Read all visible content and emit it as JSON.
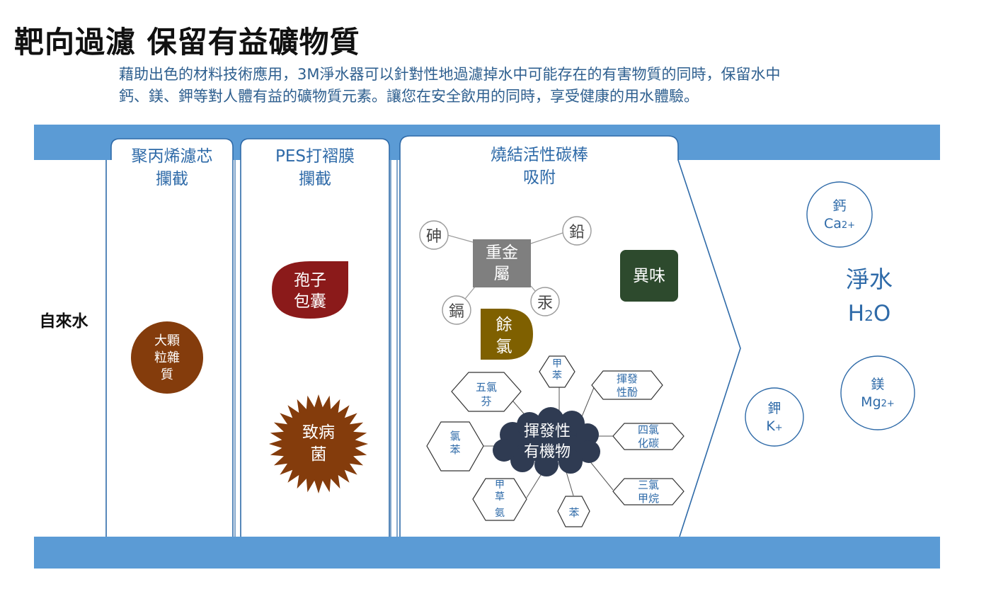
{
  "title": "靶向過濾 保留有益礦物質",
  "description": {
    "line1": "藉助出色的材料技術應用，3M淨水器可以針對性地過濾掉水中可能存在的有害物質的同時，保留水中",
    "line2": "鈣、鎂、鉀等對人體有益的礦物質元素。讓您在安全飲用的同時，享受健康的用水體驗。"
  },
  "input_label": "自來水",
  "stages": [
    {
      "title_line1": "聚丙烯濾芯",
      "title_line2": "攔截"
    },
    {
      "title_line1": "PES打褶膜",
      "title_line2": "攔截"
    },
    {
      "title_line1": "燒結活性碳棒",
      "title_line2": "吸附"
    }
  ],
  "stage1": {
    "particle": [
      "大顆",
      "粒雜",
      "質"
    ]
  },
  "stage2": {
    "spores": [
      "孢子",
      "包囊"
    ],
    "bacteria": [
      "致病",
      "菌"
    ]
  },
  "stage3": {
    "heavy_metals": [
      "重金",
      "屬"
    ],
    "metals": [
      "砷",
      "鉛",
      "鎘",
      "汞"
    ],
    "chlorine": [
      "餘",
      "氯"
    ],
    "odor": "異味",
    "voc": [
      "揮發性",
      "有機物"
    ],
    "voc_items": {
      "pentachlorophenol": [
        "五氯",
        "芬"
      ],
      "toluene": [
        "甲",
        "苯"
      ],
      "phenol": [
        "揮發",
        "性酚"
      ],
      "chlorobenzene": [
        "氯",
        "苯"
      ],
      "carbon_tetrachloride": [
        "四氯",
        "化碳"
      ],
      "chloroform": [
        "三氯",
        "甲烷"
      ],
      "benzene": "苯",
      "methomyl": [
        "甲",
        "草",
        "氨"
      ]
    }
  },
  "output": {
    "title": "淨水",
    "formula_main": "H",
    "formula_sub": "2",
    "formula_end": "O",
    "minerals": [
      {
        "name": "鈣",
        "symbol": "Ca",
        "charge": "2+"
      },
      {
        "name": "鉀",
        "symbol": "K",
        "charge": "+"
      },
      {
        "name": "鎂",
        "symbol": "Mg",
        "charge": "2+"
      }
    ]
  },
  "colors": {
    "pipe": "#5b9bd5",
    "text_blue": "#2e6aa8",
    "particle_brown": "#843c0c",
    "spore_red": "#8b1a1a",
    "metal_gray": "#7f7f7f",
    "chlorine_gold": "#7f6000",
    "odor_green": "#2d4a2d",
    "voc_navy": "#2f3b52"
  }
}
